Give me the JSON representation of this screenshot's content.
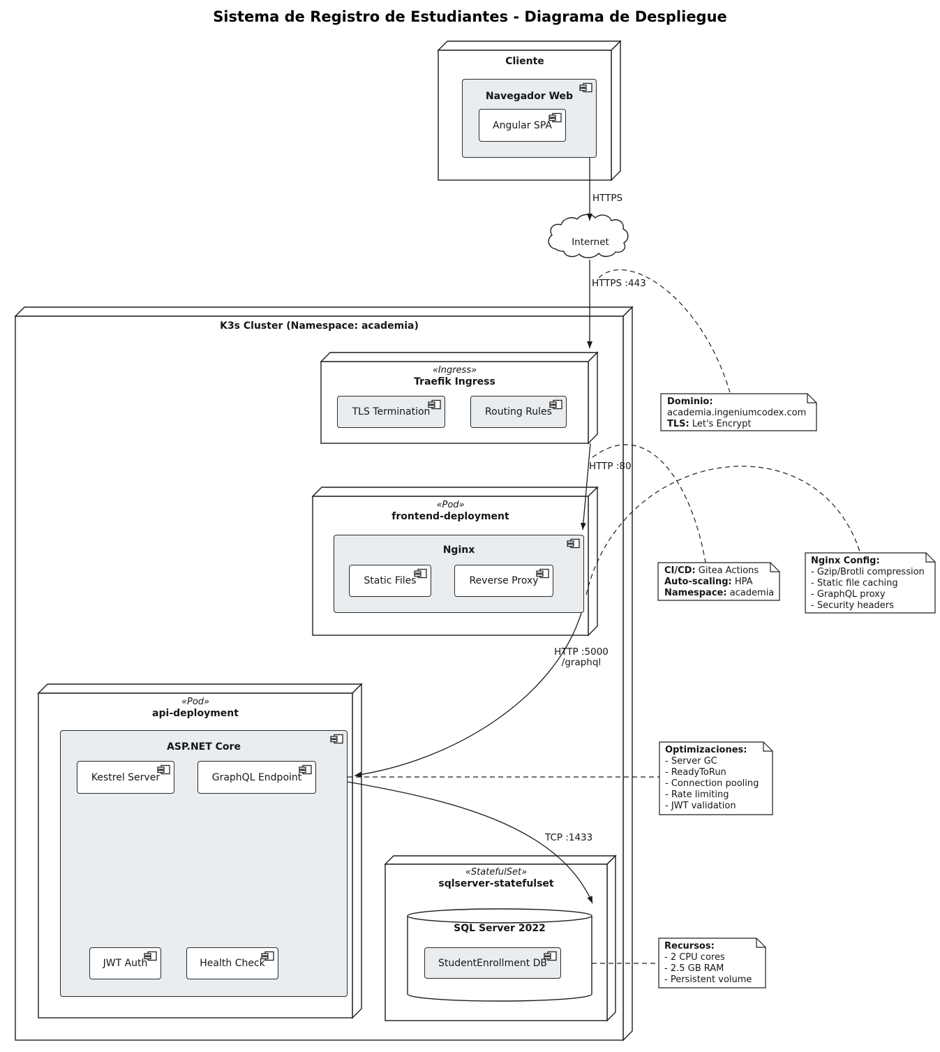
{
  "title": "Sistema de Registro de Estudiantes - Diagrama de Despliegue",
  "nodes": {
    "cliente": {
      "name": "Cliente"
    },
    "navegador_web": {
      "name": "Navegador Web"
    },
    "angular_spa": {
      "name": "Angular SPA"
    },
    "internet": {
      "name": "Internet"
    },
    "k3s_cluster": {
      "name": "K3s Cluster (Namespace: academia)"
    },
    "traefik": {
      "stereotype": "«Ingress»",
      "name": "Traefik Ingress"
    },
    "tls_termination": {
      "name": "TLS Termination"
    },
    "routing_rules": {
      "name": "Routing Rules"
    },
    "frontend": {
      "stereotype": "«Pod»",
      "name": "frontend-deployment"
    },
    "nginx": {
      "name": "Nginx"
    },
    "static_files": {
      "name": "Static Files"
    },
    "reverse_proxy": {
      "name": "Reverse Proxy"
    },
    "api": {
      "stereotype": "«Pod»",
      "name": "api-deployment"
    },
    "aspnet_core": {
      "name": "ASP.NET Core"
    },
    "kestrel": {
      "name": "Kestrel Server"
    },
    "graphql_endpoint": {
      "name": "GraphQL Endpoint"
    },
    "jwt_auth": {
      "name": "JWT Auth"
    },
    "health_check": {
      "name": "Health Check"
    },
    "sqlserver_statefulset": {
      "stereotype": "«StatefulSet»",
      "name": "sqlserver-statefulset"
    },
    "sql_server": {
      "name": "SQL Server 2022"
    },
    "student_db": {
      "name": "StudentEnrollment DB"
    }
  },
  "edges": {
    "https": {
      "label": "HTTPS"
    },
    "https_443": {
      "label": "HTTPS :443"
    },
    "http_80": {
      "label": "HTTP :80"
    },
    "http_5000": {
      "label": "HTTP :5000",
      "label2": "/graphql"
    },
    "tcp_1433": {
      "label": "TCP :1433"
    }
  },
  "notes": {
    "dominio": {
      "lines": [
        {
          "b": "Dominio:",
          "t": ""
        },
        {
          "b": "",
          "t": "academia.ingeniumcodex.com"
        },
        {
          "b": "TLS:",
          "t": " Let's Encrypt"
        }
      ]
    },
    "cicd": {
      "lines": [
        {
          "b": "CI/CD:",
          "t": " Gitea Actions"
        },
        {
          "b": "Auto-scaling:",
          "t": " HPA"
        },
        {
          "b": "Namespace:",
          "t": " academia"
        }
      ]
    },
    "nginx_config": {
      "lines": [
        {
          "b": "Nginx Config:",
          "t": ""
        },
        {
          "b": "",
          "t": "- Gzip/Brotli compression"
        },
        {
          "b": "",
          "t": "- Static file caching"
        },
        {
          "b": "",
          "t": "- GraphQL proxy"
        },
        {
          "b": "",
          "t": "- Security headers"
        }
      ]
    },
    "optimizaciones": {
      "lines": [
        {
          "b": "Optimizaciones:",
          "t": ""
        },
        {
          "b": "",
          "t": "- Server GC"
        },
        {
          "b": "",
          "t": "- ReadyToRun"
        },
        {
          "b": "",
          "t": "- Connection pooling"
        },
        {
          "b": "",
          "t": "- Rate limiting"
        },
        {
          "b": "",
          "t": "- JWT validation"
        }
      ]
    },
    "recursos": {
      "lines": [
        {
          "b": "Recursos:",
          "t": ""
        },
        {
          "b": "",
          "t": "- 2 CPU cores"
        },
        {
          "b": "",
          "t": "- 2.5 GB RAM"
        },
        {
          "b": "",
          "t": "- Persistent volume"
        }
      ]
    }
  },
  "colors": {
    "stroke": "#1d1d1d",
    "component_fill": "#e9edf0",
    "leaf_fill": "#ffffff",
    "background": "#ffffff"
  }
}
